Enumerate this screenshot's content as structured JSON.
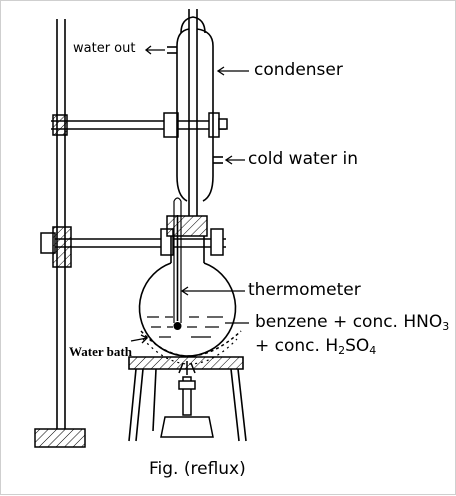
{
  "labels": {
    "water_out": "water out",
    "condenser": "condenser",
    "cold_water_in": "cold water in",
    "thermometer": "thermometer",
    "mixture_line1": "benzene + conc. HNO",
    "mixture_line1_sub": "3",
    "mixture_line2": "+ conc. H",
    "mixture_line2_sub": "2",
    "mixture_line2_tail": "SO",
    "mixture_line2_sub2": "4",
    "water_bath": "Water bath"
  },
  "caption": "Fig.  (reflux)"
}
